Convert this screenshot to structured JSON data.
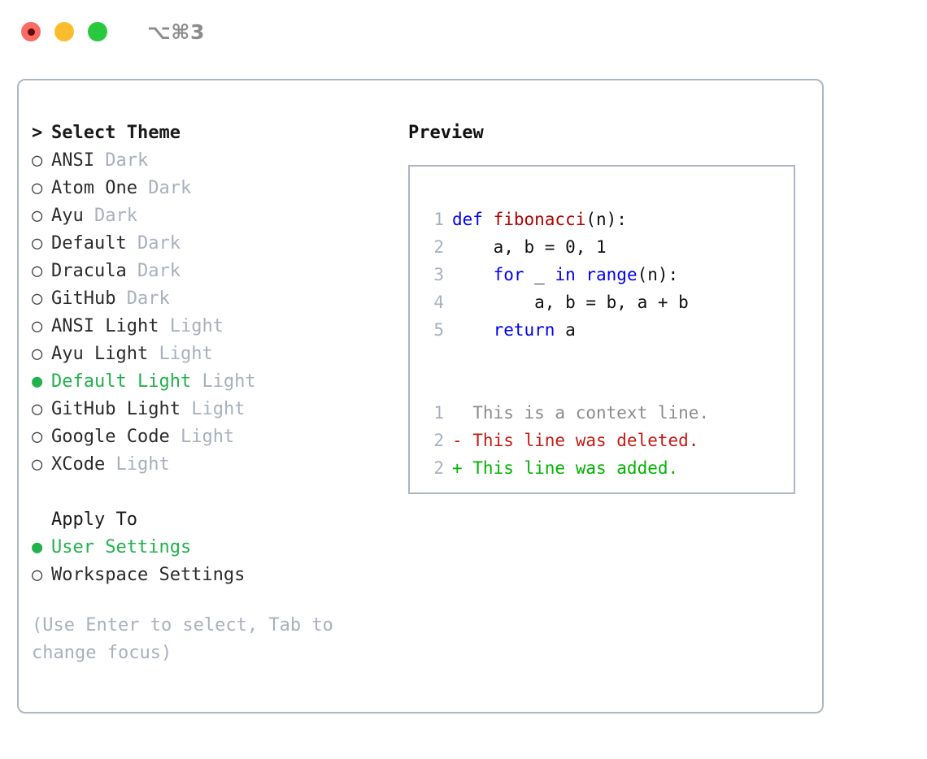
{
  "window": {
    "title": "⌥⌘3",
    "traffic_lights": [
      {
        "name": "close",
        "color": "#fb6a64"
      },
      {
        "name": "minimize",
        "color": "#fbbd2e"
      },
      {
        "name": "maximize",
        "color": "#28c93f"
      }
    ]
  },
  "colors": {
    "selected_green": "#22b24c",
    "muted": "#a8b0bd",
    "keyword_blue": "#0000ee",
    "function_red": "#b00000",
    "diff_deleted": "#c41b12",
    "diff_added": "#00b300",
    "diff_context": "#8c8c8c",
    "border": "#adb6c4"
  },
  "glyphs": {
    "selected_bullet": "●",
    "unselected_bullet": "○",
    "prompt": ">"
  },
  "left_panel": {
    "header": "Select Theme",
    "themes": [
      {
        "name": "ANSI",
        "mode": "Dark",
        "selected": false
      },
      {
        "name": "Atom One",
        "mode": "Dark",
        "selected": false
      },
      {
        "name": "Ayu",
        "mode": "Dark",
        "selected": false
      },
      {
        "name": "Default",
        "mode": "Dark",
        "selected": false
      },
      {
        "name": "Dracula",
        "mode": "Dark",
        "selected": false
      },
      {
        "name": "GitHub",
        "mode": "Dark",
        "selected": false
      },
      {
        "name": "ANSI Light",
        "mode": "Light",
        "selected": false
      },
      {
        "name": "Ayu Light",
        "mode": "Light",
        "selected": false
      },
      {
        "name": "Default Light",
        "mode": "Light",
        "selected": true
      },
      {
        "name": "GitHub Light",
        "mode": "Light",
        "selected": false
      },
      {
        "name": "Google Code",
        "mode": "Light",
        "selected": false
      },
      {
        "name": "XCode",
        "mode": "Light",
        "selected": false
      }
    ],
    "apply_to": {
      "label": "Apply To",
      "options": [
        {
          "name": "User Settings",
          "selected": true
        },
        {
          "name": "Workspace Settings",
          "selected": false
        }
      ]
    },
    "hint": "(Use Enter to select, Tab to change focus)"
  },
  "right_panel": {
    "label": "Preview",
    "code_lines": [
      {
        "number": "1",
        "tokens": [
          {
            "text": "def ",
            "type": "kw"
          },
          {
            "text": "fibonacci",
            "type": "fn"
          },
          {
            "text": "(n):",
            "type": "plain"
          }
        ]
      },
      {
        "number": "2",
        "tokens": [
          {
            "text": "    a, b = 0, 1",
            "type": "plain"
          }
        ]
      },
      {
        "number": "3",
        "tokens": [
          {
            "text": "    ",
            "type": "plain"
          },
          {
            "text": "for",
            "type": "kw"
          },
          {
            "text": " _ ",
            "type": "plain"
          },
          {
            "text": "in range",
            "type": "kw"
          },
          {
            "text": "(n):",
            "type": "plain"
          }
        ]
      },
      {
        "number": "4",
        "tokens": [
          {
            "text": "        a, b = b, a + b",
            "type": "plain"
          }
        ]
      },
      {
        "number": "5",
        "tokens": [
          {
            "text": "    ",
            "type": "plain"
          },
          {
            "text": "return",
            "type": "kw"
          },
          {
            "text": " a",
            "type": "plain"
          }
        ]
      }
    ],
    "diff_lines": [
      {
        "number": "1",
        "marker": " ",
        "text": "  This is a context line.",
        "type": "ctx"
      },
      {
        "number": "2",
        "marker": "-",
        "text": "- This line was deleted.",
        "type": "del"
      },
      {
        "number": "2",
        "marker": "+",
        "text": "+ This line was added.",
        "type": "add"
      }
    ]
  }
}
